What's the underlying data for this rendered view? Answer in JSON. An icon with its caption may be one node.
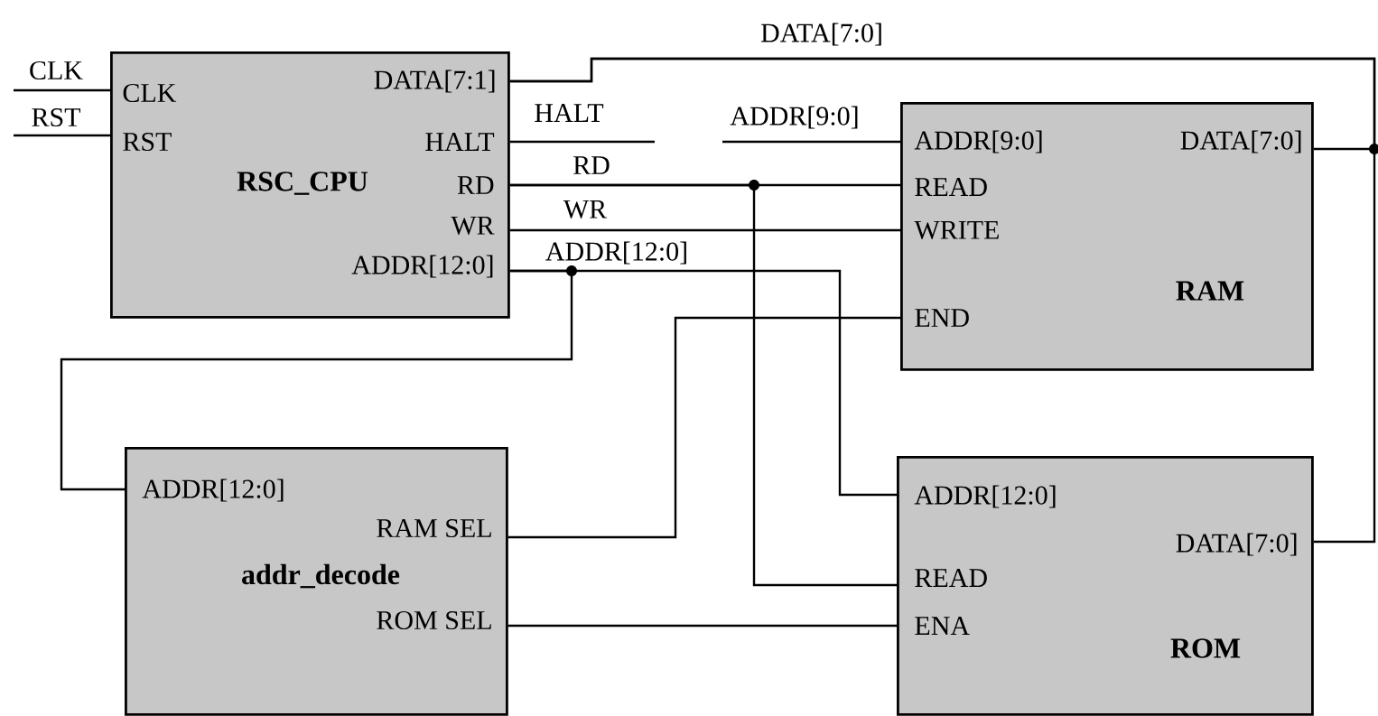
{
  "diagram": {
    "nodes": [
      {
        "text": [
          "CLK",
          "DATA[7:1]",
          "RST",
          "HALT",
          "RSC_CPU",
          "RD",
          "WR",
          "ADDR[12:0]"
        ]
      },
      {
        "text": [
          "ADDR[9:0]",
          "DATA[7:0]",
          "READ",
          "WRITE",
          "RAM",
          "END"
        ]
      },
      {
        "text": [
          "ADDR[12:0]",
          "RAM SEL",
          "addr_decode",
          "ROM SEL"
        ]
      },
      {
        "text": [
          "ADDR[12:0]",
          "DATA[7:0]",
          "READ",
          "ENA",
          "ROM"
        ]
      }
    ],
    "edges": [
      {
        "from": null,
        "to": 0,
        "arrow": "none",
        "label": "CLK"
      },
      {
        "from": null,
        "to": 0,
        "arrow": "none",
        "label": "RST"
      },
      {
        "from": 0,
        "to": 1,
        "arrow": "none",
        "label": "DATA[7:0]"
      },
      {
        "from": 0,
        "to": 3,
        "arrow": "none"
      },
      {
        "from": 0,
        "to": null,
        "arrow": "none",
        "label": "HALT"
      },
      {
        "from": null,
        "to": 1,
        "arrow": "none",
        "label": "ADDR[9:0]"
      },
      {
        "from": 0,
        "to": 1,
        "arrow": "none",
        "label": "RD"
      },
      {
        "from": 0,
        "to": 3,
        "arrow": "none"
      },
      {
        "from": 0,
        "to": 1,
        "arrow": "none",
        "label": "WR"
      },
      {
        "from": 0,
        "to": 3,
        "arrow": "none",
        "label": "ADDR[12:0]"
      },
      {
        "from": 0,
        "to": 2,
        "arrow": "none"
      },
      {
        "from": 2,
        "to": 1,
        "arrow": "none"
      },
      {
        "from": 2,
        "to": 3,
        "arrow": "none"
      }
    ]
  }
}
